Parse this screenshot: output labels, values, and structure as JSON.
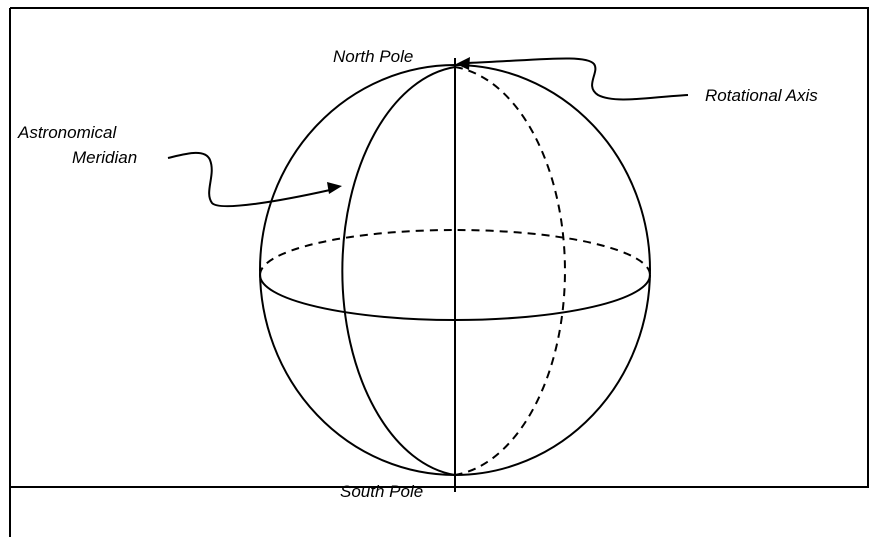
{
  "labels": {
    "north_pole": "North Pole",
    "south_pole": "South Pole",
    "rotational_axis": "Rotational Axis",
    "astronomical_meridian_line1": "Astronomical",
    "astronomical_meridian_line2": "Meridian"
  }
}
